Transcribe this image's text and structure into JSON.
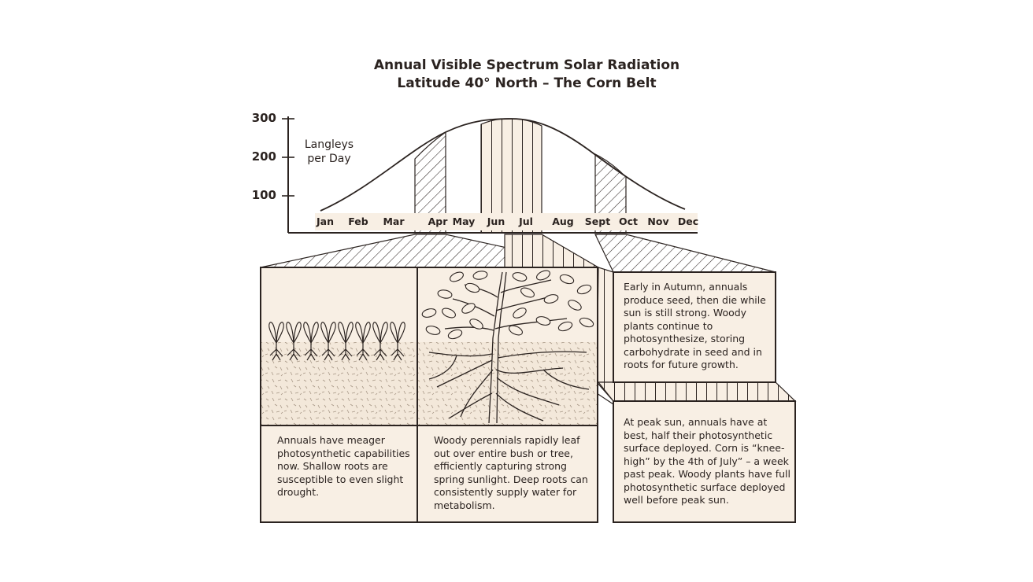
{
  "title_line1": "Annual Visible Spectrum Solar Radiation",
  "title_line2": "Latitude 40° North – The Corn Belt",
  "y_axis": {
    "label_line1": "Langleys",
    "label_line2": "per Day",
    "ticks": [
      "300",
      "200",
      "100"
    ]
  },
  "x_axis": {
    "months": [
      "Jan",
      "Feb",
      "Mar",
      "Apr",
      "May",
      "Jun",
      "Jul",
      "Aug",
      "Sept",
      "Oct",
      "Nov",
      "Dec"
    ]
  },
  "captions": {
    "annuals_spring": "Annuals have meager photosynthetic capabilities now. Shallow roots are susceptible to even slight drought.",
    "perennials_spring": "Woody perennials rapidly leaf out over entire bush or tree, efficiently capturing strong spring sunlight. Deep roots can consistently supply water for metabolism.",
    "autumn": "Early in Autumn, annuals produce seed, then die while sun is still strong. Woody plants continue to photosynthesize, storing carbohydrate in seed and in roots for future growth.",
    "peak_sun": "At peak sun, annuals have at best, half their photosynthetic surface deployed. Corn is “knee-high” by the 4th of July” – a week past peak. Woody plants have full photosynthetic surface deployed well before peak sun."
  },
  "colors": {
    "ink": "#2b2320",
    "panel_fill": "#f8efe4",
    "soil_fill": "#f3e8da"
  }
}
